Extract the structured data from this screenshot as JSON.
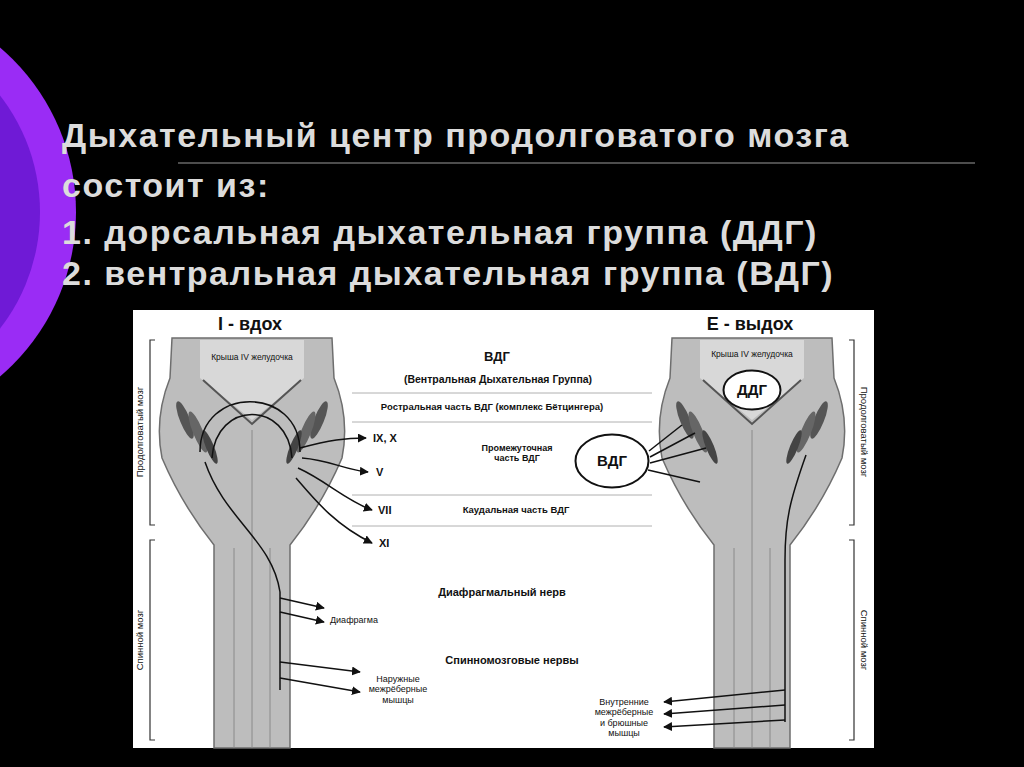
{
  "diagram": {
    "title": "Дыхательный центр продолговатого мозга состоит из:",
    "nodes": [
      {
        "text": [
          "ДДГ"
        ]
      },
      {
        "text": [
          "ВДГ"
        ]
      }
    ],
    "labels": [
      "1. дорсальная дыхательная группа (ДДГ)",
      "2. вентральная дыхательная группа (ВДГ)",
      "I - вдох",
      "Крыша IV желудочка",
      "Продолговатый мозг",
      "Спинной мозг",
      "ВДГ",
      "(Вентральная Дыхательная Группа)",
      "Ростральная часть ВДГ (комплекс Бётцингера)",
      "IX, X",
      "V",
      "VII",
      "XI",
      "Промежуточная часть ВДГ",
      "Каудальная часть ВДГ",
      "Диафрагмальный нерв",
      "Диафрагма",
      "Наружные межрёберные мышцы",
      "Спинномозговые нервы",
      "E - выдох",
      "Крыша IV желудочка",
      "Продолговатый мозг",
      "Спинной мозг",
      "Внутренние межрёберные и брюшные мышцы"
    ]
  }
}
